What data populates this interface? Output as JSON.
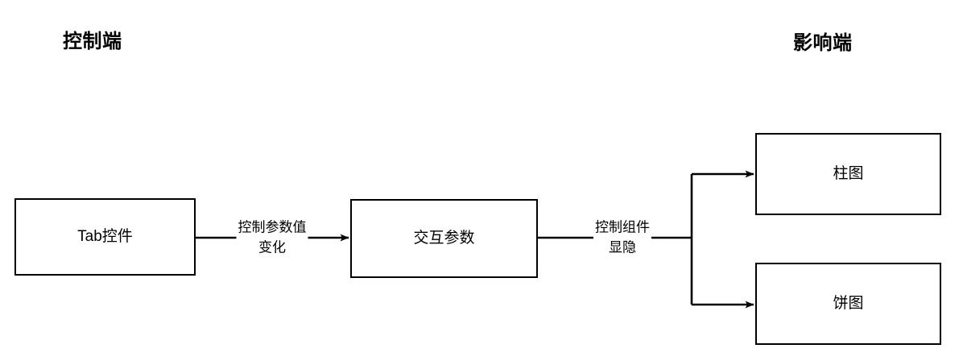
{
  "diagram": {
    "type": "flowchart",
    "background_color": "#ffffff",
    "stroke_color": "#000000",
    "sections": [
      {
        "id": "control-side",
        "label": "控制端"
      },
      {
        "id": "affected-side",
        "label": "影响端"
      }
    ],
    "nodes": [
      {
        "id": "tab-control",
        "label": "Tab控件"
      },
      {
        "id": "interaction-param",
        "label": "交互参数"
      },
      {
        "id": "bar-chart",
        "label": "柱图"
      },
      {
        "id": "pie-chart",
        "label": "饼图"
      }
    ],
    "edges": [
      {
        "id": "edge-tab-to-param",
        "from": "tab-control",
        "to": "interaction-param",
        "label_line1": "控制参数值",
        "label_line2": "变化",
        "arrow": "end"
      },
      {
        "id": "edge-param-to-charts",
        "from": "interaction-param",
        "to": "bar-chart,pie-chart",
        "label_line1": "控制组件",
        "label_line2": "显隐",
        "arrow": "end"
      }
    ]
  }
}
